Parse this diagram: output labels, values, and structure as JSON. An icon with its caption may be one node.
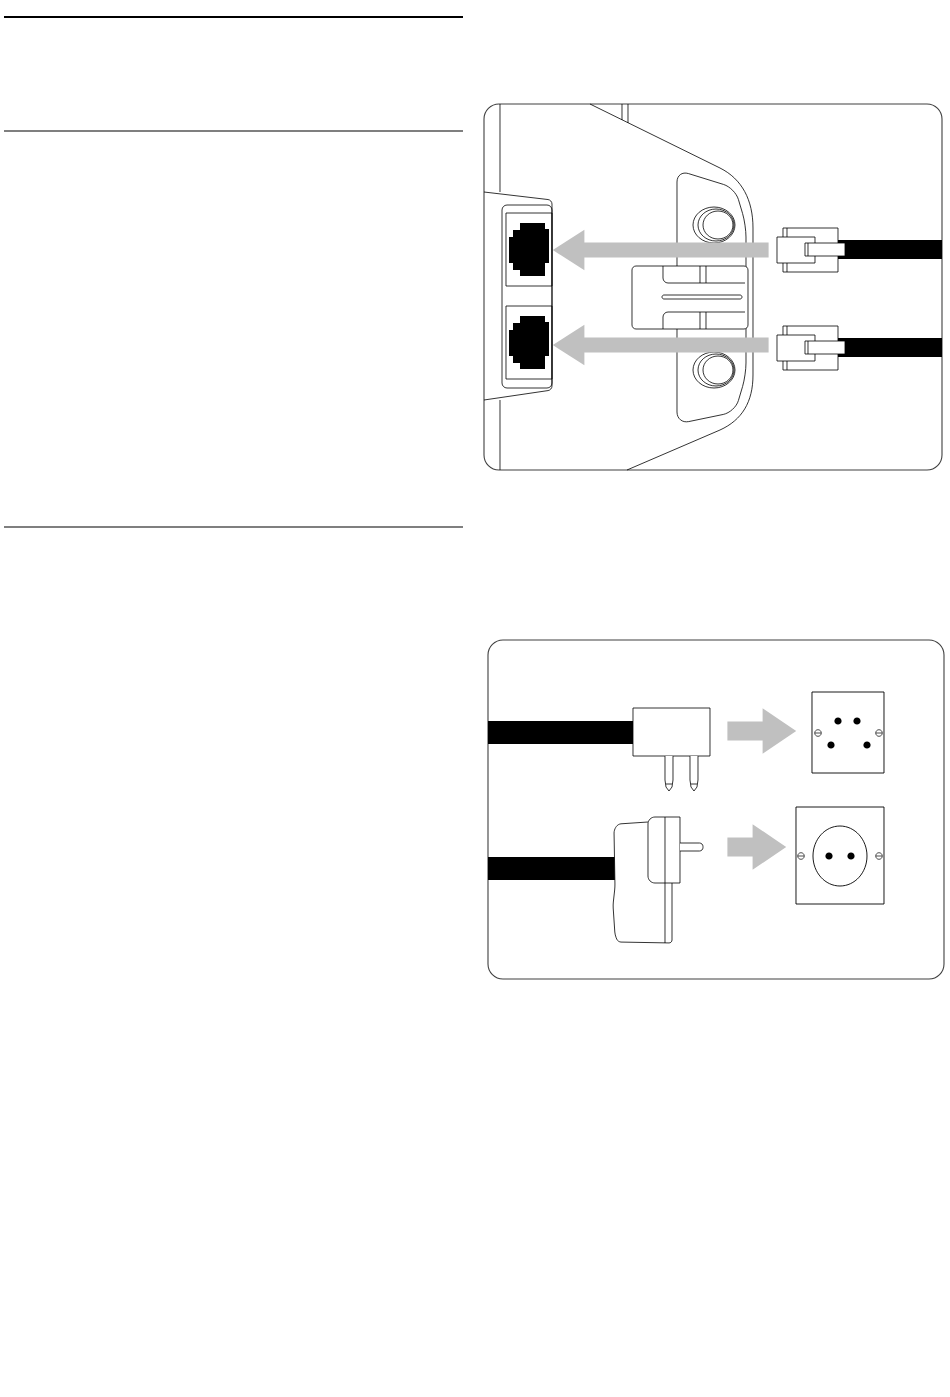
{
  "diagram": {
    "nodes": [
      {
        "text": [],
        "shape": "picture"
      },
      {
        "text": [],
        "shape": "picture"
      },
      {
        "text": [],
        "shape": "picture"
      },
      {
        "text": [],
        "shape": "picture"
      },
      {
        "text": [],
        "shape": "picture"
      },
      {
        "text": [],
        "shape": "picture"
      },
      {
        "text": [],
        "shape": "picture"
      },
      {
        "text": [],
        "shape": "picture"
      }
    ],
    "edges": [
      {
        "from": 1,
        "to": 0,
        "arrow": "to"
      },
      {
        "from": 3,
        "to": 2,
        "arrow": "to"
      },
      {
        "from": 4,
        "to": 5,
        "arrow": "to"
      },
      {
        "from": 6,
        "to": 7,
        "arrow": "to"
      }
    ]
  }
}
